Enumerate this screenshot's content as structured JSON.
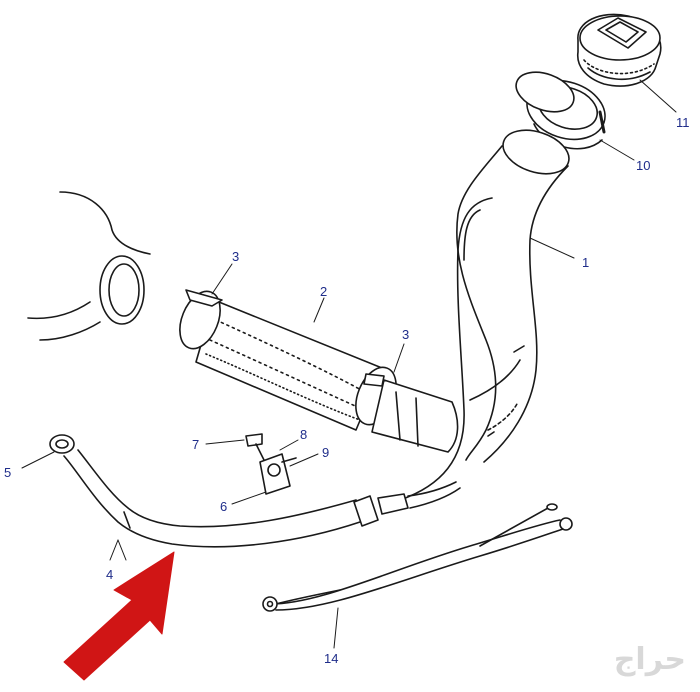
{
  "labels": [
    {
      "id": "1",
      "text": "1"
    },
    {
      "id": "2",
      "text": "2"
    },
    {
      "id": "3a",
      "text": "3"
    },
    {
      "id": "3b",
      "text": "3"
    },
    {
      "id": "4",
      "text": "4"
    },
    {
      "id": "5",
      "text": "5"
    },
    {
      "id": "6",
      "text": "6"
    },
    {
      "id": "7",
      "text": "7"
    },
    {
      "id": "8",
      "text": "8"
    },
    {
      "id": "9",
      "text": "9"
    },
    {
      "id": "10",
      "text": "10"
    },
    {
      "id": "11",
      "text": "11"
    },
    {
      "id": "14",
      "text": "14"
    }
  ],
  "watermark": {
    "text": "حراج"
  },
  "colors": {
    "line": "#1a1a1a",
    "label": "#1f2d8a",
    "arrow": "#d01515",
    "watermark": "#d8d8d8"
  }
}
